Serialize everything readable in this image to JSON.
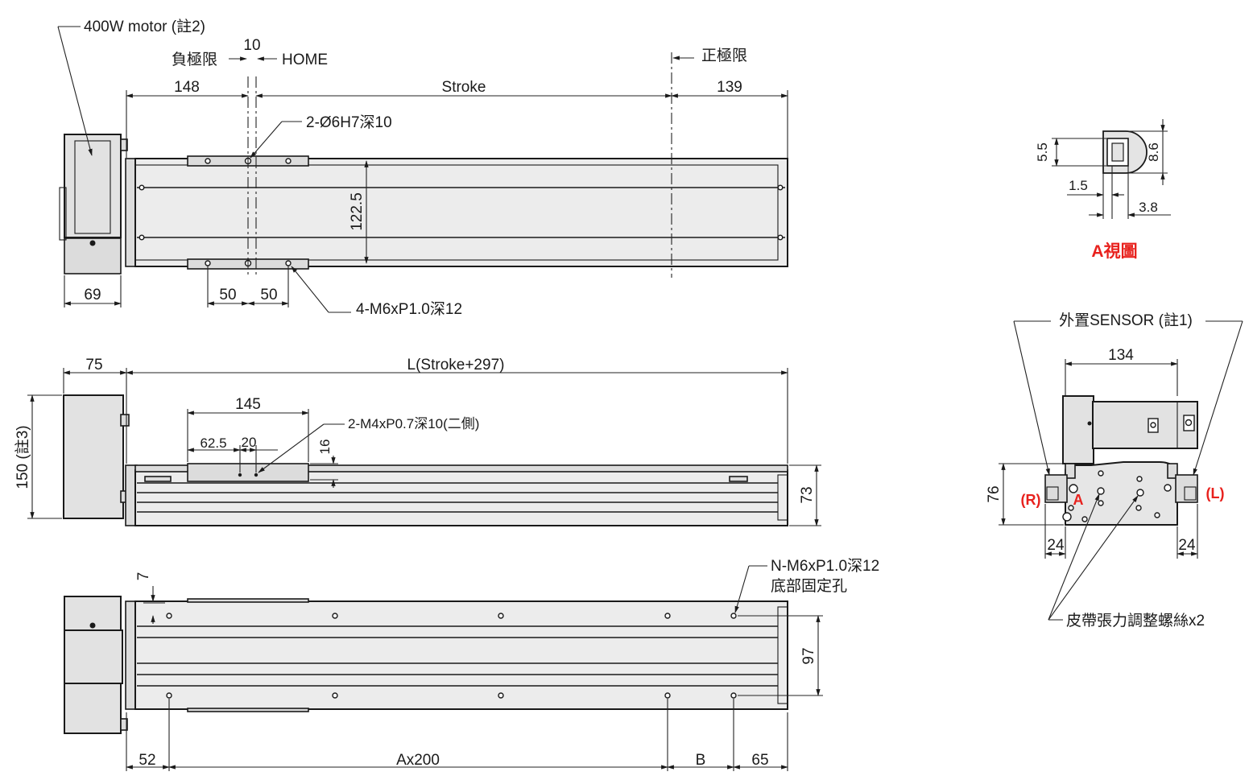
{
  "labels": {
    "motor": "400W motor (註2)",
    "neg_limit": "負極限",
    "home": "HOME",
    "pos_limit": "正極限",
    "pin_hole": "2-Ø6H7深10",
    "slider_tap": "4-M6xP1.0深12",
    "side_tap": "2-M4xP0.7深10(二側)",
    "base_tap_1": "N-M6xP1.0深12",
    "base_tap_2": "底部固定孔",
    "view_a": "A視圖",
    "sensor": "外置SENSOR (註1)",
    "belt_screw": "皮帶張力調整螺絲x2",
    "r_mark": "(R)",
    "l_mark": "(L)",
    "a_mark": "A"
  },
  "dims": {
    "d10": "10",
    "d148": "148",
    "stroke": "Stroke",
    "d139": "139",
    "d122_5": "122.5",
    "d69": "69",
    "d50a": "50",
    "d50b": "50",
    "d75": "75",
    "length": "L(Stroke+297)",
    "d145": "145",
    "d62_5": "62.5",
    "d20": "20",
    "d16": "16",
    "d150": "150 (註3)",
    "d73": "73",
    "d7": "7",
    "d97": "97",
    "d52": "52",
    "ax200": "Ax200",
    "b": "B",
    "d65": "65",
    "d5_5": "5.5",
    "d8_6": "8.6",
    "d1_5": "1.5",
    "d3_8": "3.8",
    "d134": "134",
    "d76": "76",
    "d24a": "24",
    "d24b": "24"
  },
  "colors": {
    "accent_red": "#e8211d",
    "line": "#1a1a1a",
    "body": "#ececec"
  }
}
